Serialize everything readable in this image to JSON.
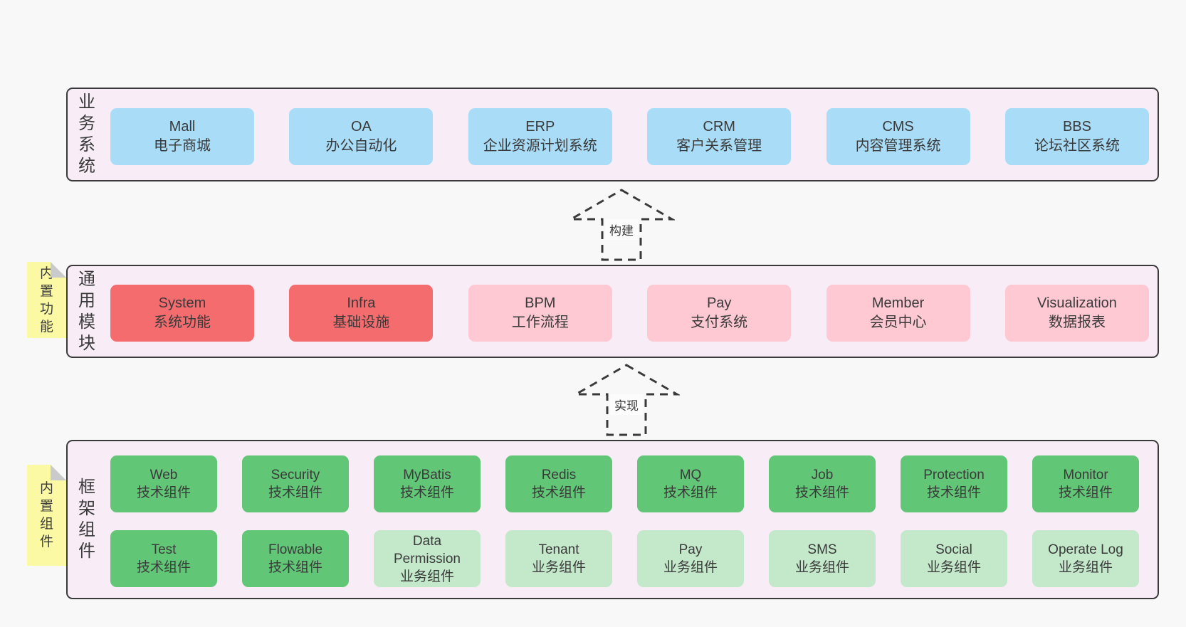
{
  "colors": {
    "page_bg": "#f8f8f8",
    "band_bg": "#f8edf6",
    "band_border": "#3a3a3a",
    "text": "#3a3a3a",
    "blue": "#a9dcf6",
    "red": "#f56c6e",
    "pink": "#fec9d2",
    "green": "#62c677",
    "light_green": "#c3e8ca",
    "sticky_yellow": "#fbf9a3",
    "sticky_fold": "#c9cacb"
  },
  "bands": [
    {
      "label": "业务系统",
      "boxes": [
        {
          "name": "Mall",
          "desc": "电子商城",
          "type": "blue"
        },
        {
          "name": "OA",
          "desc": "办公自动化",
          "type": "blue"
        },
        {
          "name": "ERP",
          "desc": "企业资源计划系统",
          "type": "blue"
        },
        {
          "name": "CRM",
          "desc": "客户关系管理",
          "type": "blue"
        },
        {
          "name": "CMS",
          "desc": "内容管理系统",
          "type": "blue"
        },
        {
          "name": "BBS",
          "desc": "论坛社区系统",
          "type": "blue"
        }
      ]
    },
    {
      "label": "通用模块",
      "sticky": "内置功能",
      "boxes": [
        {
          "name": "System",
          "desc": "系统功能",
          "type": "red"
        },
        {
          "name": "Infra",
          "desc": "基础设施",
          "type": "red"
        },
        {
          "name": "BPM",
          "desc": "工作流程",
          "type": "pink"
        },
        {
          "name": "Pay",
          "desc": "支付系统",
          "type": "pink"
        },
        {
          "name": "Member",
          "desc": "会员中心",
          "type": "pink"
        },
        {
          "name": "Visualization",
          "desc": "数据报表",
          "type": "pink"
        }
      ]
    },
    {
      "label": "框架组件",
      "sticky": "内置组件",
      "rows": [
        [
          {
            "name": "Web",
            "desc": "技术组件",
            "type": "green"
          },
          {
            "name": "Security",
            "desc": "技术组件",
            "type": "green"
          },
          {
            "name": "MyBatis",
            "desc": "技术组件",
            "type": "green"
          },
          {
            "name": "Redis",
            "desc": "技术组件",
            "type": "green"
          },
          {
            "name": "MQ",
            "desc": "技术组件",
            "type": "green"
          },
          {
            "name": "Job",
            "desc": "技术组件",
            "type": "green"
          },
          {
            "name": "Protection",
            "desc": "技术组件",
            "type": "green"
          },
          {
            "name": "Monitor",
            "desc": "技术组件",
            "type": "green"
          }
        ],
        [
          {
            "name": "Test",
            "desc": "技术组件",
            "type": "green"
          },
          {
            "name": "Flowable",
            "desc": "技术组件",
            "type": "green"
          },
          {
            "name": "Data Permission",
            "desc": "业务组件",
            "type": "lightgreen"
          },
          {
            "name": "Tenant",
            "desc": "业务组件",
            "type": "lightgreen"
          },
          {
            "name": "Pay",
            "desc": "业务组件",
            "type": "lightgreen"
          },
          {
            "name": "SMS",
            "desc": "业务组件",
            "type": "lightgreen"
          },
          {
            "name": "Social",
            "desc": "业务组件",
            "type": "lightgreen"
          },
          {
            "name": "Operate Log",
            "desc": "业务组件",
            "type": "lightgreen"
          }
        ]
      ]
    }
  ],
  "arrows": [
    {
      "label": "构建"
    },
    {
      "label": "实现"
    }
  ]
}
